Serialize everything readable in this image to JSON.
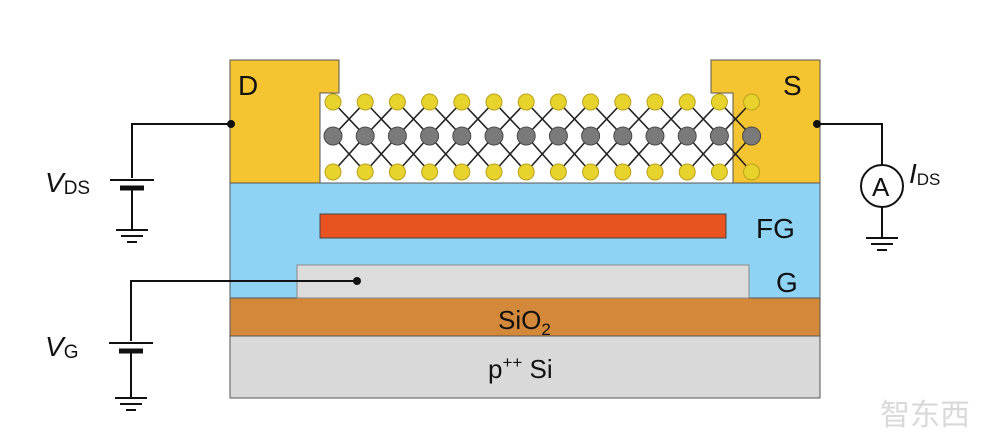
{
  "labels": {
    "drain": "D",
    "source": "S",
    "floating_gate": "FG",
    "gate": "G",
    "oxide_base": "SiO",
    "oxide_sub": "2",
    "substrate_base": "p",
    "substrate_sup": "++",
    "substrate_tail": " Si",
    "vds_base": "V",
    "vds_sub": "DS",
    "vg_base": "V",
    "vg_sub": "G",
    "ids_base": "I",
    "ids_sub": "DS",
    "ammeter": "A"
  },
  "watermark": "智东西",
  "colors": {
    "electrode": "#f5c431",
    "dielectric": "#8fd3f4",
    "floating_gate": "#e8531f",
    "gate": "#dcdcdc",
    "oxide": "#d4883a",
    "substrate": "#d9d9d9",
    "top_atom": "#e8d22c",
    "middle_atom": "#7a7a7a",
    "wire": "#111111"
  },
  "lattice": {
    "columns": 14
  }
}
